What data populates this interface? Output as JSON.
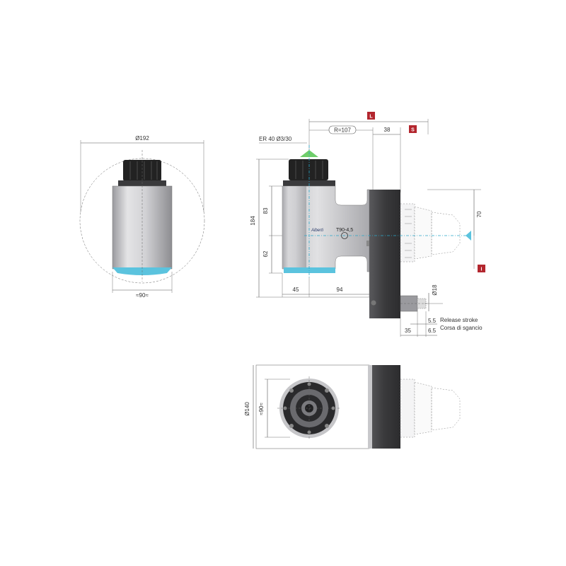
{
  "labels": {
    "dia_192": "Ø192",
    "width_90": "≈90≈",
    "er_collet": "ER 40 Ø3/30",
    "radius": "R=107",
    "dim_38": "38",
    "tag_L": "L",
    "tag_S": "S",
    "tag_I": "I",
    "dim_184": "184",
    "dim_83": "83",
    "dim_62": "62",
    "dim_45": "45",
    "dim_94": "94",
    "dim_70": "70",
    "dia_18": "Ø18",
    "dim_5_5": "5.5",
    "dim_6_5": "6.5",
    "dim_35": "35",
    "release_stroke": "Release stroke",
    "corsa_sgancio": "Corsa di sgancio",
    "dia_140": "Ø140",
    "width_90_v": "≈90≈",
    "brand": "Alberti",
    "model": "T90-4,5"
  },
  "colors": {
    "tag_red": "#b3262e",
    "body_gray": "#c9c9cc",
    "flange_dark": "#3e3e40",
    "cyan_accent": "#5bc3de",
    "green_marker": "#6fce6a",
    "nut_black": "#1f1f20"
  }
}
